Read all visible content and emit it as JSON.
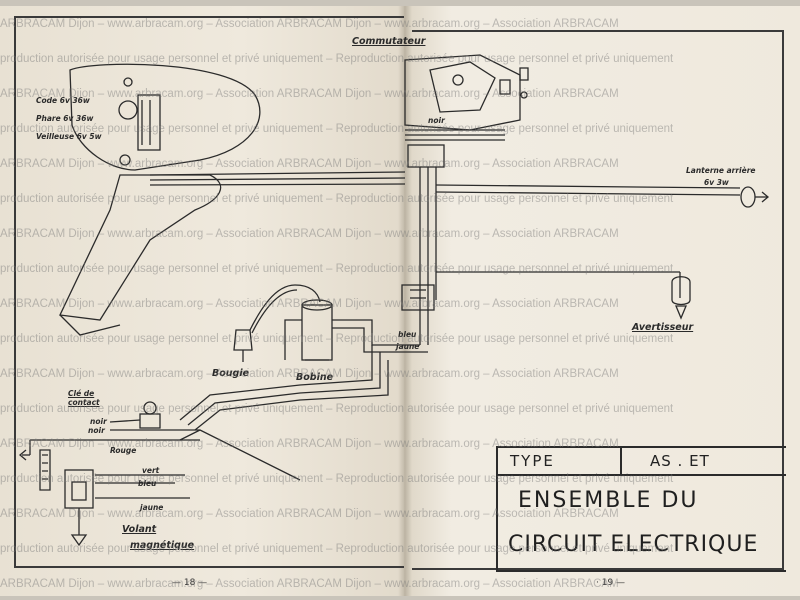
{
  "labels": {
    "commutateur": "Commutateur",
    "code": "Code 6v 36w",
    "phare": "Phare 6v 36w",
    "veilleuse": "Veilleuse 6v 5w",
    "lanterne": "Lanterne arrière",
    "lanterne_spec": "6v 3w",
    "avertisseur": "Avertisseur",
    "bougie": "Bougie",
    "bobine": "Bobine",
    "cle_line1": "Clé de",
    "cle_line2": "contact",
    "rouge": "Rouge",
    "noir_1": "noir",
    "noir_2": "noir",
    "vert": "vert",
    "bleu": "bleu",
    "jaune": "jaune",
    "volant_line1": "Volant",
    "volant_line2": "magnétique",
    "noir_comm": "noir",
    "bleu_right": "bleu",
    "jaune_right": "jaune"
  },
  "titleblock": {
    "type_label": "TYPE",
    "model": "AS . ET",
    "title_line1": "ENSEMBLE  DU",
    "title_line2": "CIRCUIT  ELECTRIQUE"
  },
  "pages": {
    "left_number": "— 18 —",
    "right_number": "· 19 —"
  },
  "watermarks": [
    "ARBRACAM Dijon – www.arbracam.org – Association ARBRACAM Dijon – www.arbracam.org – Association ARBRACAM",
    "production autorisée pour usage personnel et privé uniquement – Reproduction autorisée pour usage personnel et privé uniquement",
    "ARBRACAM Dijon – www.arbracam.org – Association ARBRACAM Dijon – www.arbracam.org – Association ARBRACAM",
    "production autorisée pour usage personnel et privé uniquement – Reproduction autorisée pour usage personnel et privé uniquement",
    "ARBRACAM Dijon – www.arbracam.org – Association ARBRACAM Dijon – www.arbracam.org – Association ARBRACAM",
    "production autorisée pour usage personnel et privé uniquement – Reproduction autorisée pour usage personnel et privé uniquement",
    "ARBRACAM Dijon – www.arbracam.org – Association ARBRACAM Dijon – www.arbracam.org – Association ARBRACAM",
    "production autorisée pour usage personnel et privé uniquement – Reproduction autorisée pour usage personnel et privé uniquement",
    "ARBRACAM Dijon – www.arbracam.org – Association ARBRACAM Dijon – www.arbracam.org – Association ARBRACAM",
    "production autorisée pour usage personnel et privé uniquement – Reproduction autorisée pour usage personnel et privé uniquement",
    "ARBRACAM Dijon – www.arbracam.org – Association ARBRACAM Dijon – www.arbracam.org – Association ARBRACAM",
    "production autorisée pour usage personnel et privé uniquement – Reproduction autorisée pour usage personnel et privé uniquement",
    "ARBRACAM Dijon – www.arbracam.org – Association ARBRACAM Dijon – www.arbracam.org – Association ARBRACAM",
    "production autorisée pour usage personnel et privé uniquement – Reproduction autorisée pour usage personnel et privé uniquement",
    "ARBRACAM Dijon – www.arbracam.org – Association ARBRACAM Dijon – www.arbracam.org – Association ARBRACAM",
    "production autorisée pour usage personnel et privé uniquement – Reproduction autorisée pour usage personnel et privé uniquement",
    "ARBRACAM Dijon – www.arbracam.org – Association ARBRACAM Dijon – www.arbracam.org – Association ARBRACAM"
  ]
}
